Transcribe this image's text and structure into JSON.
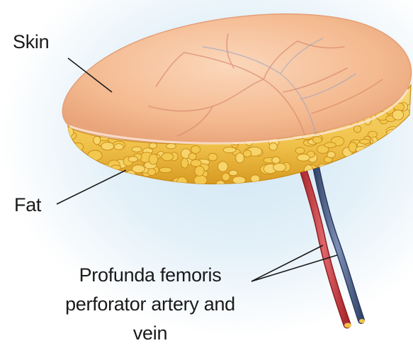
{
  "labels": {
    "skin": "Skin",
    "fat": "Fat",
    "vessels": "Profunda femoris perforator artery and vein"
  },
  "colors": {
    "background_glow": "#cfe6f4",
    "skin": "#f4b98f",
    "skin_highlight": "#fbd7bb",
    "fat": "#f0c24a",
    "fat_shadow": "#c98a16",
    "artery": "#d0454a",
    "vein": "#52668f",
    "leader_line": "#1a1a1a"
  }
}
